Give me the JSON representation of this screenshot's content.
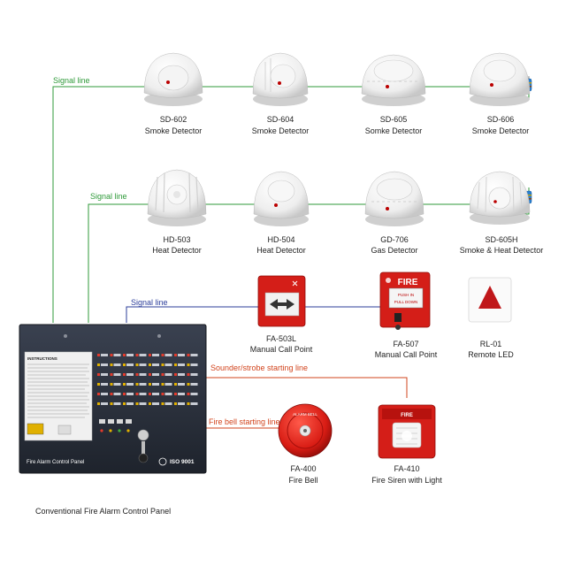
{
  "lines": {
    "signal_1": "Signal line",
    "signal_2": "Signal line",
    "signal_3": "Signal line",
    "sounder": "Sounder/strobe starting line",
    "firebell": "Fire bell starting line",
    "green": "#2f9a3a",
    "blue": "#2b3d9a",
    "orange": "#d2441d"
  },
  "row1": [
    {
      "model": "SD-602",
      "type": "Smoke Detector"
    },
    {
      "model": "SD-604",
      "type": "Smoke Detector"
    },
    {
      "model": "SD-605",
      "type": "Somke Detector"
    },
    {
      "model": "SD-606",
      "type": "Smoke Detector"
    }
  ],
  "row2": [
    {
      "model": "HD-503",
      "type": "Heat Detector"
    },
    {
      "model": "HD-504",
      "type": "Heat Detector"
    },
    {
      "model": "GD-706",
      "type": "Gas Detector"
    },
    {
      "model": "SD-605H",
      "type": "Smoke & Heat Detector"
    }
  ],
  "row3": [
    {
      "model": "FA-503L",
      "type": "Manual Call Point"
    },
    {
      "model": "FA-507",
      "type": "Manual Call Point"
    },
    {
      "model": "RL-01",
      "type": "Remote LED"
    }
  ],
  "row4": [
    {
      "model": "FA-400",
      "type": "Fire Bell"
    },
    {
      "model": "FA-410",
      "type": "Fire Siren with Light"
    }
  ],
  "panel": {
    "instructions_title": "INSTRUCTIONS",
    "label": "Fire Alarm Control Panel",
    "cert": "ISO 9001"
  },
  "device_text": {
    "fire": "FIRE",
    "push_in": "PUSH IN",
    "pull_down": "PULL DOWN",
    "bell_text": "ALARM BELL"
  },
  "caption": "Conventional Fire Alarm Control Panel"
}
